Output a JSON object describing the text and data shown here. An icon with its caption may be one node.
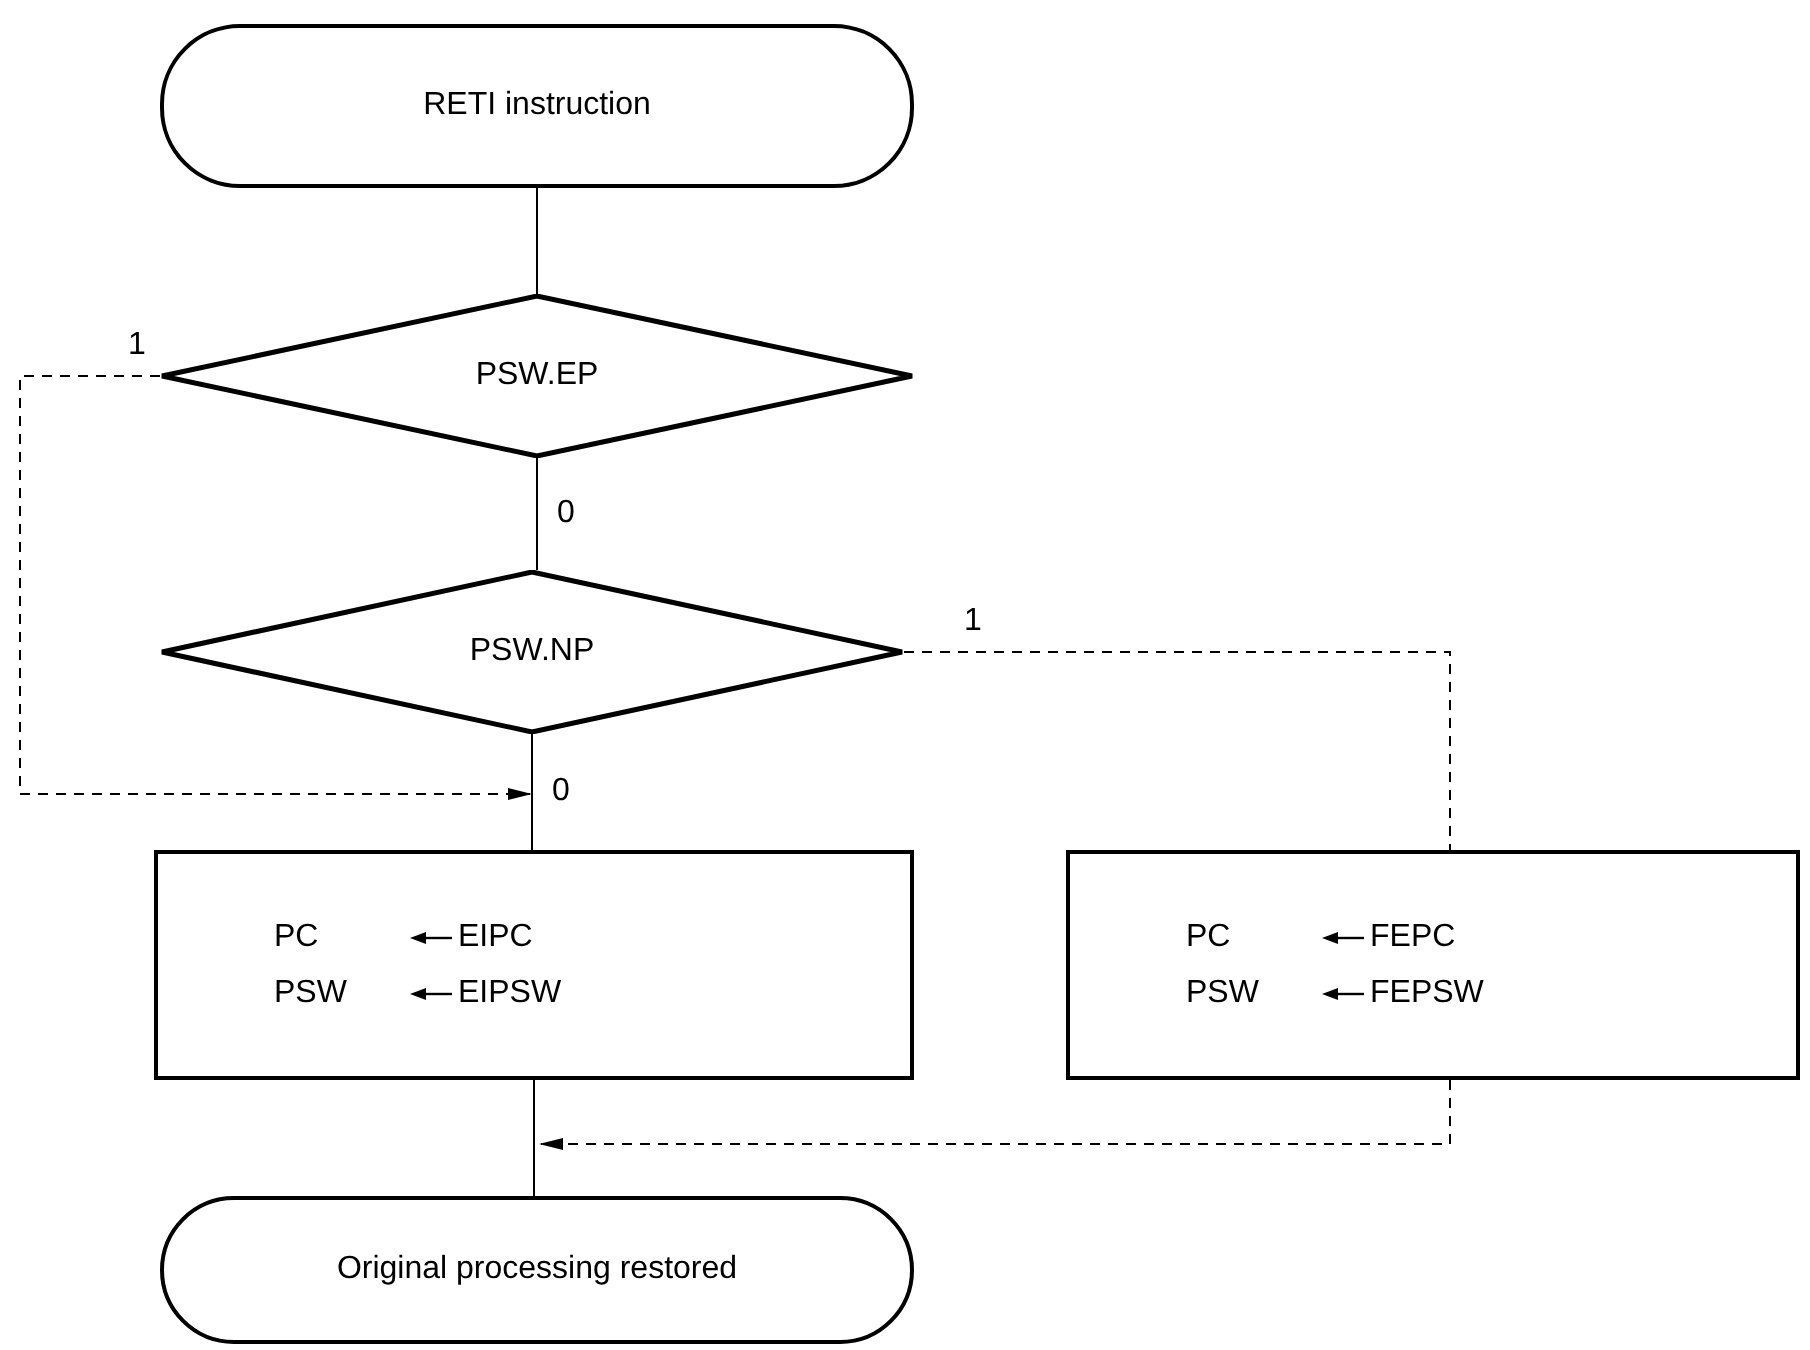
{
  "diagram": {
    "nodes": [
      {
        "text": [
          "RETI instruction"
        ]
      },
      {
        "text": [
          "PSW.EP"
        ]
      },
      {
        "text": [
          "PSW.NP"
        ]
      },
      {
        "text": [
          "PC",
          "EIPC",
          "PSW",
          "EIPSW"
        ]
      },
      {
        "text": [
          "PC",
          "FEPC",
          "PSW",
          "FEPSW"
        ]
      },
      {
        "text": [
          "Original processing restored"
        ]
      }
    ],
    "edges": [
      {
        "from": 0,
        "to": 1,
        "arrow": "none"
      },
      {
        "from": 1,
        "to": 2,
        "arrow": "none",
        "label": "0"
      },
      {
        "from": 2,
        "to": 3,
        "arrow": "none",
        "label": "0"
      },
      {
        "from": 1,
        "to": 3,
        "arrow": "to",
        "label": "1",
        "style": "dashed"
      },
      {
        "from": 2,
        "to": 4,
        "arrow": "none",
        "label": "1",
        "style": "dashed"
      },
      {
        "from": 3,
        "to": 5,
        "arrow": "none"
      },
      {
        "from": 4,
        "to": 5,
        "arrow": "to",
        "style": "dashed"
      }
    ]
  }
}
